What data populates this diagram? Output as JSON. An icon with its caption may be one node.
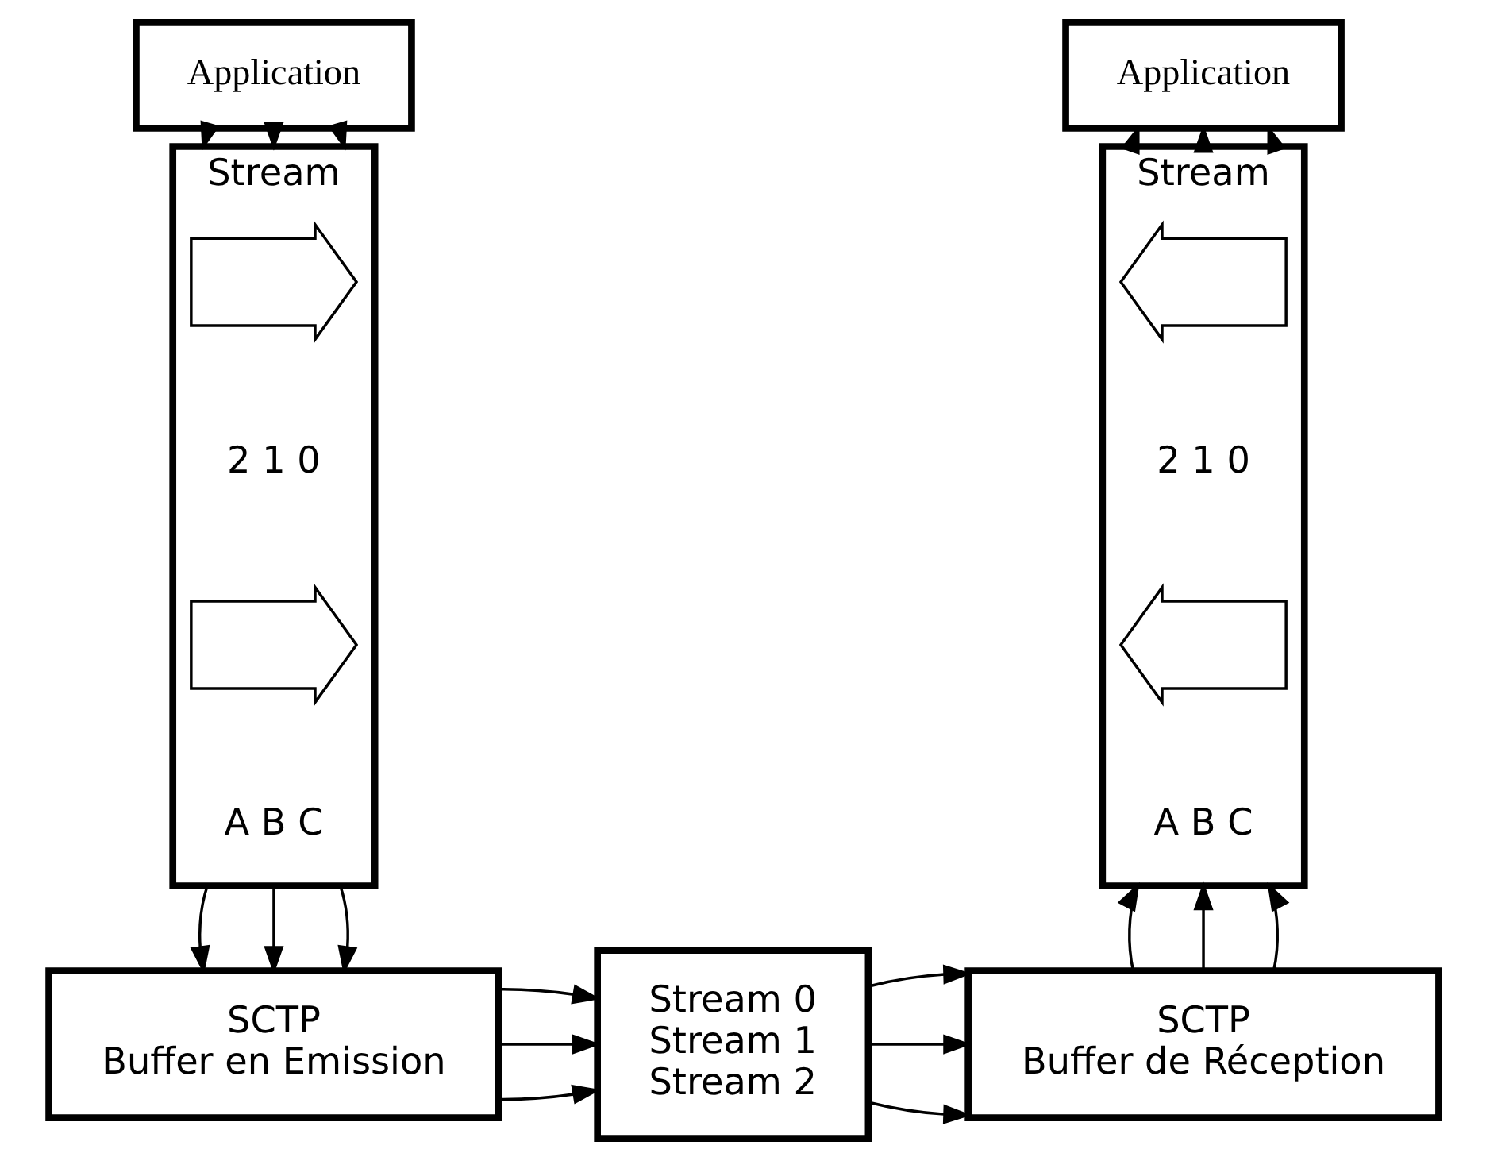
{
  "diagram": {
    "nodes": [
      {
        "text": [
          "Application"
        ]
      },
      {
        "text": [
          "Application"
        ]
      },
      {
        "text": [
          "Stream",
          "2 1 0",
          "A B C"
        ]
      },
      {
        "text": [],
        "shape": "arrow",
        "in": 2
      },
      {
        "text": [],
        "shape": "arrow",
        "in": 2
      },
      {
        "text": [
          "Stream",
          "2 1 0",
          "A B C"
        ]
      },
      {
        "text": [],
        "shape": "arrow",
        "in": 5
      },
      {
        "text": [],
        "shape": "arrow",
        "in": 5
      },
      {
        "text": [
          "SCTP",
          "Buffer en Emission"
        ]
      },
      {
        "text": [
          "Stream 0",
          "Stream 1",
          "Stream 2"
        ]
      },
      {
        "text": [
          "SCTP",
          "Buffer de Réception"
        ]
      }
    ],
    "edges": [
      {
        "from": 0,
        "to": 2,
        "arrow": "to"
      },
      {
        "from": 0,
        "to": 2,
        "arrow": "to"
      },
      {
        "from": 0,
        "to": 2,
        "arrow": "to"
      },
      {
        "from": 2,
        "to": 8,
        "arrow": "to"
      },
      {
        "from": 2,
        "to": 8,
        "arrow": "to"
      },
      {
        "from": 2,
        "to": 8,
        "arrow": "to"
      },
      {
        "from": 8,
        "to": 9,
        "arrow": "to"
      },
      {
        "from": 8,
        "to": 9,
        "arrow": "to"
      },
      {
        "from": 8,
        "to": 9,
        "arrow": "to"
      },
      {
        "from": 9,
        "to": 10,
        "arrow": "to"
      },
      {
        "from": 9,
        "to": 10,
        "arrow": "to"
      },
      {
        "from": 9,
        "to": 10,
        "arrow": "to"
      },
      {
        "from": 10,
        "to": 5,
        "arrow": "to"
      },
      {
        "from": 10,
        "to": 5,
        "arrow": "to"
      },
      {
        "from": 10,
        "to": 5,
        "arrow": "to"
      },
      {
        "from": 5,
        "to": 1,
        "arrow": "to"
      },
      {
        "from": 5,
        "to": 1,
        "arrow": "to"
      },
      {
        "from": 5,
        "to": 1,
        "arrow": "to"
      }
    ]
  }
}
